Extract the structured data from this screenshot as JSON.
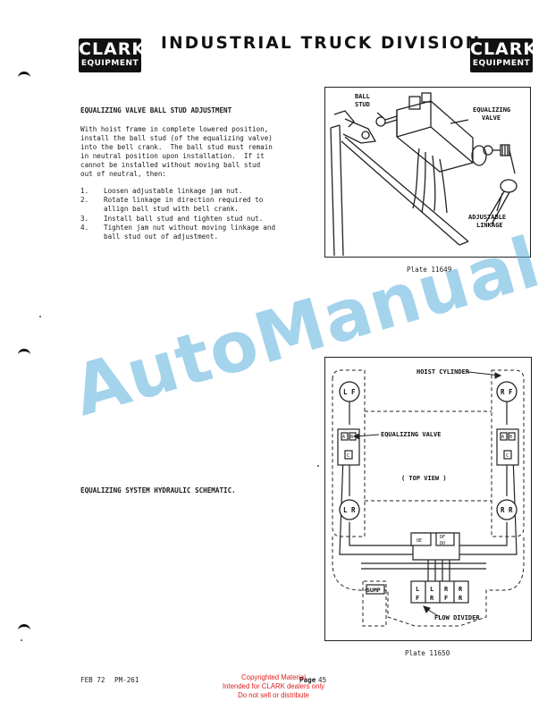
{
  "header": {
    "logo_top": "CLARK",
    "logo_bottom": "EQUIPMENT",
    "title": "INDUSTRIAL TRUCK DIVISION"
  },
  "section1": {
    "heading": "EQUALIZING VALVE BALL STUD ADJUSTMENT",
    "intro_lines": [
      "With hoist frame in complete lowered position,",
      "install the ball stud (of the equalizing valve)",
      "into the bell crank.  The ball stud must remain",
      "in neutral position upon installation.  If it",
      "cannot be installed without moving ball stud",
      "out of neutral, then:"
    ],
    "steps": [
      {
        "num": "1.",
        "text": "Loosen adjustable linkage jam nut."
      },
      {
        "num": "2.",
        "text": "Rotate linkage in direction required to allign ball stud with bell crank."
      },
      {
        "num": "3.",
        "text": "Install ball stud and tighten stud nut."
      },
      {
        "num": "4.",
        "text": "Tighten jam nut without moving linkage and ball stud out of adjustment."
      }
    ]
  },
  "figure1": {
    "label_ball_stud": [
      "BALL",
      "STUD"
    ],
    "label_equalizing_valve": [
      "EQUALIZING",
      "VALVE"
    ],
    "label_adjustable_linkage": [
      "ADJUSTABLE",
      "LINKAGE"
    ],
    "plate": "Plate 11649"
  },
  "section2": {
    "heading": "EQUALIZING SYSTEM HYDRAULIC SCHEMATIC."
  },
  "figure2": {
    "label_hoist_cylinder": "HOIST CYLINDER",
    "label_equalizing_valve": "EQUALIZING VALVE",
    "label_top_view": "( TOP VIEW )",
    "label_sump": "SUMP",
    "label_flow_divider": "FLOW DIVIDER",
    "cyl_lf": "L F",
    "cyl_rf": "R F",
    "cyl_lr": "L R",
    "cyl_rr": "R R",
    "divider_ports": [
      {
        "top": "L",
        "bottom": "F"
      },
      {
        "top": "L",
        "bottom": "R"
      },
      {
        "top": "R",
        "bottom": "F"
      },
      {
        "top": "R",
        "bottom": "R"
      }
    ],
    "valve_port_a": "A",
    "valve_port_b": "B",
    "valve_port_c": "C",
    "center_valve_left": "OE",
    "center_valve_right_top": "DF",
    "center_valve_right_bottom": "DO",
    "plate": "Plate 11650"
  },
  "watermark": "AutoManual",
  "footer": {
    "date": "FEB 72",
    "manual_number": "PM-261",
    "page_label": "Page",
    "page_number": "45",
    "copyright_lines": [
      "Copyrighted Material",
      "Intended for CLARK dealers only",
      "Do not sell or distribute"
    ]
  },
  "colors": {
    "ink": "#111111",
    "watermark": "#5aafdc",
    "copyright": "#e0201d"
  }
}
